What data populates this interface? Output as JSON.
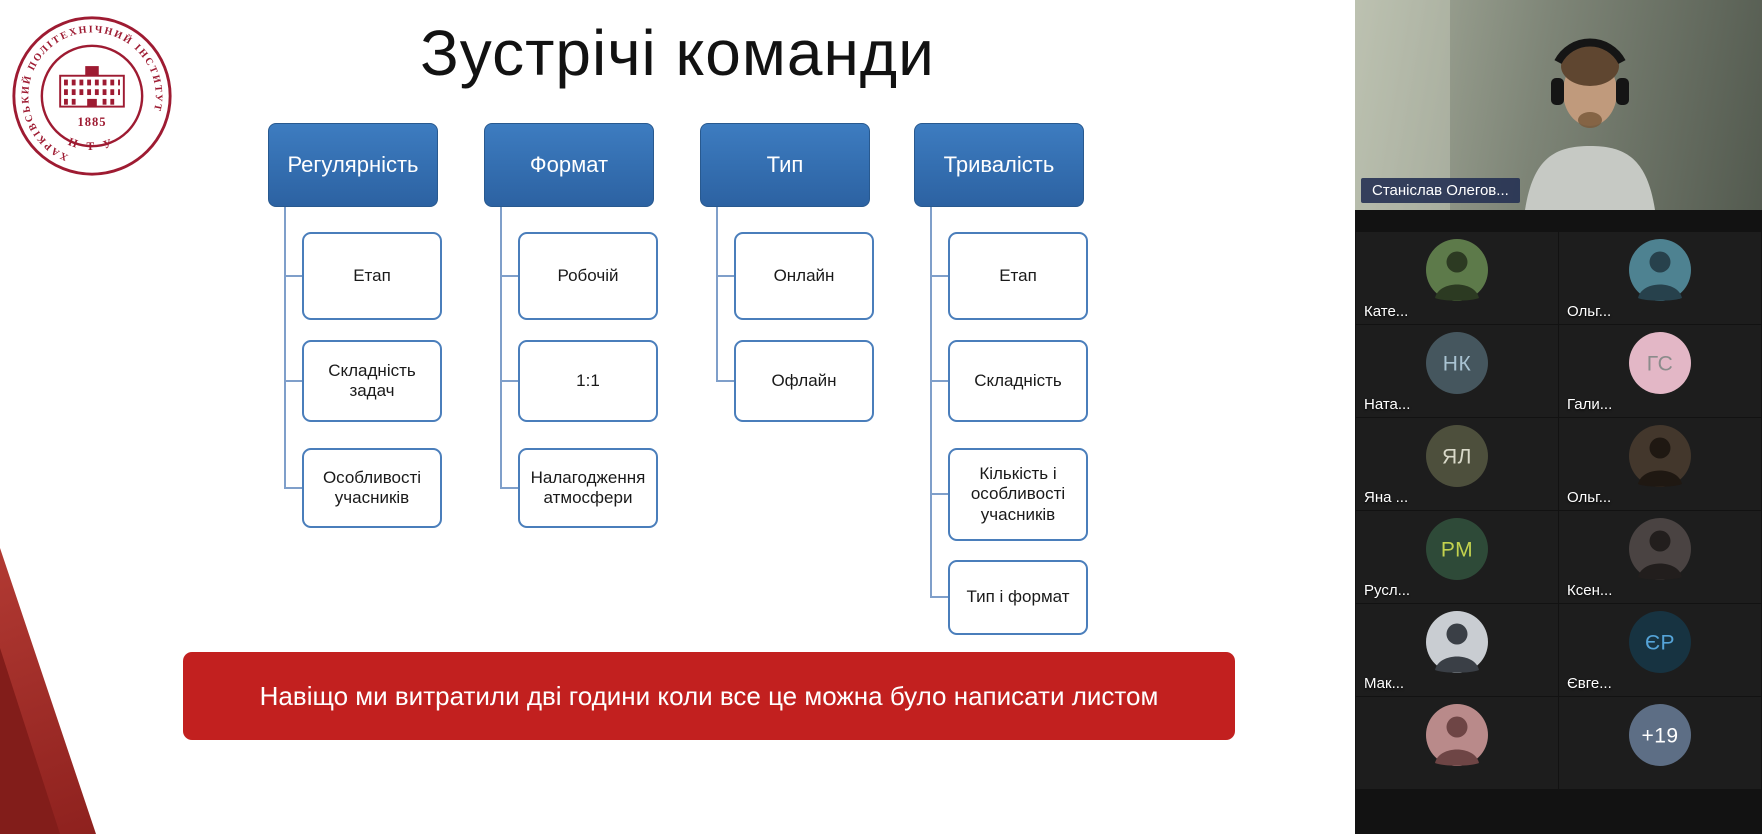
{
  "colors": {
    "accent_blue": "#2E6FB2",
    "box_border": "#4A7EBB",
    "banner_red": "#C2201F",
    "logo_red": "#9E1B32",
    "corner_red": "#A0322C"
  },
  "slide": {
    "title": "Зустрічі команди",
    "logo": {
      "ring_text": "ХАРКІВСЬКИЙ ПОЛІТЕХНІЧНИЙ ІНСТИТУТ",
      "bottom_text": "·  Н Т У  ·",
      "year": "1885"
    },
    "columns": [
      {
        "header": "Регулярність",
        "items": [
          "Етап",
          "Складність задач",
          "Особливості учасників"
        ]
      },
      {
        "header": "Формат",
        "items": [
          "Робочій",
          "1:1",
          "Налагодження атмосфери"
        ]
      },
      {
        "header": "Тип",
        "items": [
          "Онлайн",
          "Офлайн"
        ]
      },
      {
        "header": "Тривалість",
        "items": [
          "Етап",
          "Складність",
          "Кількість і особливості учасників",
          "Тип і формат"
        ]
      }
    ],
    "banner": "Навіщо ми витратили дві години коли все це можна було написати листом"
  },
  "sidebar": {
    "main_speaker": {
      "name": "Станіслав Олегов..."
    },
    "participants": [
      {
        "name": "Кате...",
        "type": "photo",
        "initials": "",
        "bg": "#5d7a4a",
        "fg": "#2c3a22"
      },
      {
        "name": "Ольг...",
        "type": "photo",
        "initials": "",
        "bg": "#4e8291",
        "fg": "#27414c"
      },
      {
        "name": "Ната...",
        "type": "initials",
        "initials": "НК",
        "bg": "#45565e",
        "fg": "#a9c3d2"
      },
      {
        "name": "Гали...",
        "type": "initials",
        "initials": "ГС",
        "bg": "#e3b7c6",
        "fg": "#8b8b8b"
      },
      {
        "name": "Яна ...",
        "type": "initials",
        "initials": "ЯЛ",
        "bg": "#4d4f3c",
        "fg": "#d9d9c9"
      },
      {
        "name": "Ольг...",
        "type": "photo",
        "initials": "",
        "bg": "#43372c",
        "fg": "#1f1812"
      },
      {
        "name": "Русл...",
        "type": "initials",
        "initials": "РМ",
        "bg": "#2e4a38",
        "fg": "#c3d24e"
      },
      {
        "name": "Ксен...",
        "type": "photo",
        "initials": "",
        "bg": "#4a4342",
        "fg": "#221e1d"
      },
      {
        "name": "Мак...",
        "type": "photo",
        "initials": "",
        "bg": "#c9cdd2",
        "fg": "#3a3f46"
      },
      {
        "name": "Євге...",
        "type": "initials",
        "initials": "ЄР",
        "bg": "#173341",
        "fg": "#55a4d8"
      },
      {
        "name": "",
        "type": "photo",
        "initials": "",
        "bg": "#b98a8a",
        "fg": "#6e4545"
      },
      {
        "name": "",
        "type": "initials",
        "initials": "+19",
        "bg": "#5d6e85",
        "fg": "#ffffff"
      }
    ]
  }
}
